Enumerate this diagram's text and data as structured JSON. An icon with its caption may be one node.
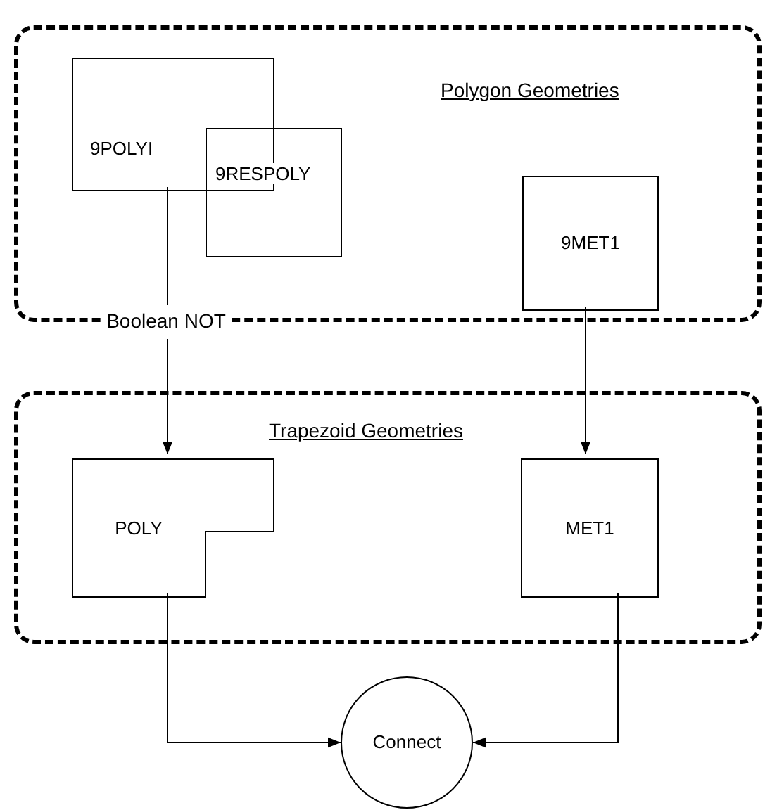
{
  "diagram": {
    "nodes": [
      {
        "text": [
          "Polygon Geometries"
        ]
      },
      {
        "text": [
          "9POLYI"
        ],
        "in": 0
      },
      {
        "text": [
          "9RESPOLY"
        ],
        "in": 0
      },
      {
        "text": [
          "9MET1"
        ],
        "in": 0
      },
      {
        "text": [
          "Trapezoid Geometries"
        ]
      },
      {
        "text": [
          "POLY"
        ],
        "in": 4
      },
      {
        "text": [
          "MET1"
        ],
        "in": 4
      },
      {
        "text": [
          "Connect"
        ]
      }
    ],
    "edges": [
      {
        "from": 1,
        "to": 5,
        "arrow": "to",
        "label": "Boolean NOT"
      },
      {
        "from": 3,
        "to": 6,
        "arrow": "to"
      },
      {
        "from": 5,
        "to": 7,
        "arrow": "to"
      },
      {
        "from": 6,
        "to": 7,
        "arrow": "to"
      }
    ]
  }
}
